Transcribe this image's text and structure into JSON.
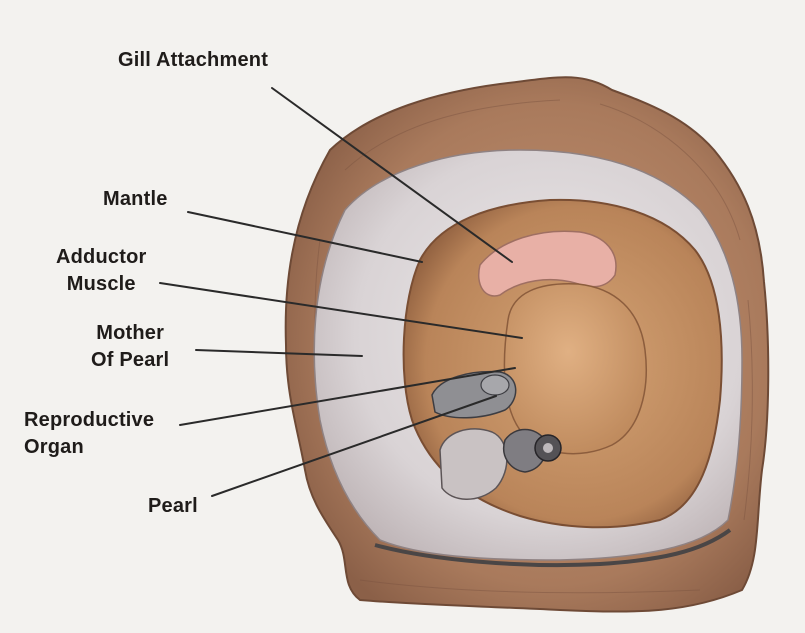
{
  "labels": {
    "gill_attachment": "Gill Attachment",
    "mantle": "Mantle",
    "adductor_muscle": "Adductor\nMuscle",
    "mother_of_pearl": "Mother\nOf Pearl",
    "reproductive_organ": "Reproductive\nOrgan",
    "pearl": "Pearl"
  },
  "colors": {
    "background": "#f3f2ef",
    "outer_shell": "#a5785c",
    "nacre": "#d9d3d3",
    "mantle": "#bf8d63",
    "muscle": "#cf9a6a",
    "gill": "#e6aaa0",
    "leader_line": "#2a2a2a",
    "label_text": "#1f1c1a"
  }
}
